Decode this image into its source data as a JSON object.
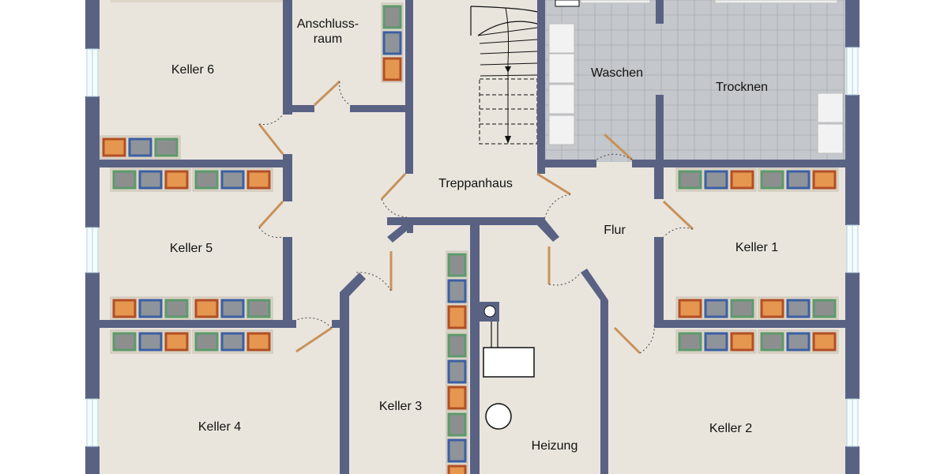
{
  "rooms": {
    "keller6": "Keller 6",
    "anschluss_line1": "Anschluss-",
    "anschluss_line2": "raum",
    "waschen": "Waschen",
    "trocknen": "Trocknen",
    "treppenhaus": "Treppanhaus",
    "flur": "Flur",
    "keller5": "Keller 5",
    "keller1": "Keller 1",
    "keller4": "Keller 4",
    "keller3": "Keller 3",
    "heizung": "Heizung",
    "keller2": "Keller 2"
  },
  "colors": {
    "wall": "#5a6284",
    "floor": "#e9e5dd",
    "tile": "#c4c7cb",
    "door": "#c8925a",
    "box_orange": "#e5964f",
    "box_blue_border": "#3b5fa3",
    "box_green_border": "#5d9a6c"
  }
}
